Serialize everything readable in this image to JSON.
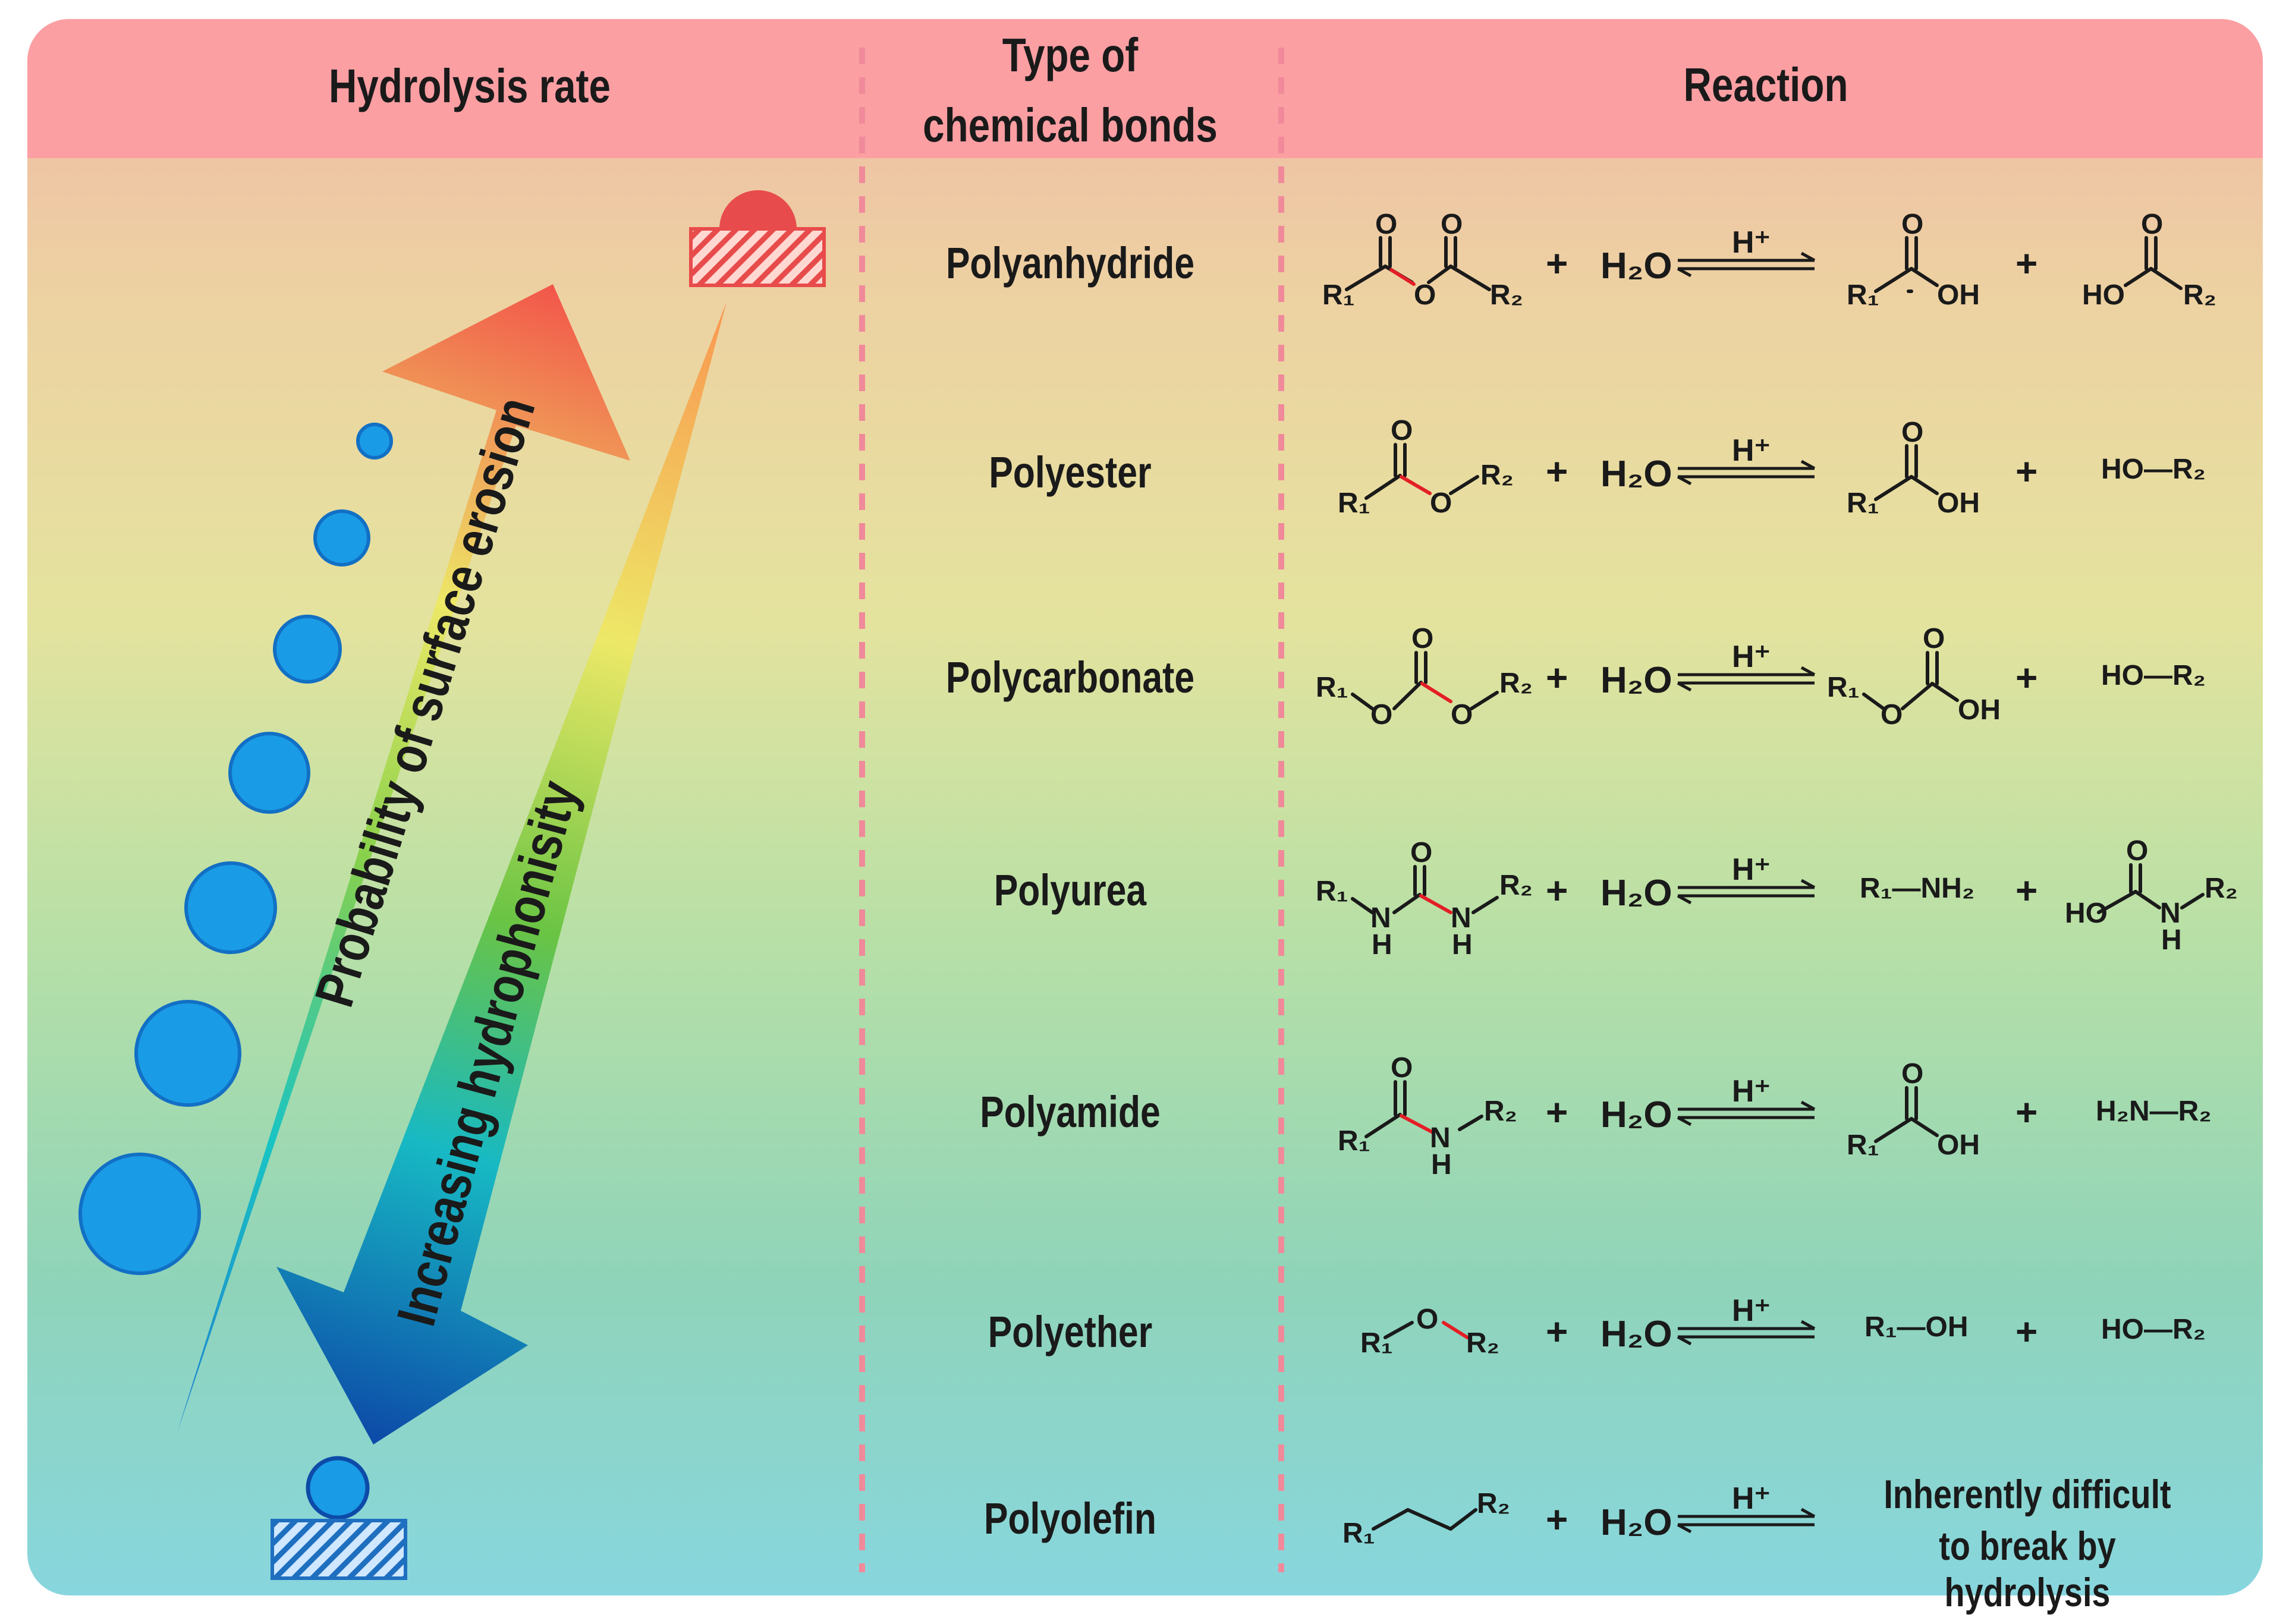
{
  "header": {
    "col1": "Hydrolysis rate",
    "col2_line1": "Type of",
    "col2_line2": "chemical bonds",
    "col3": "Reaction"
  },
  "arrows": {
    "up_label": "Probability of surface erosion",
    "down_label": "Increasing hydrophonisity"
  },
  "common": {
    "plus": "+",
    "water": "H₂O",
    "catalyst": "H⁺",
    "r1": "R₁",
    "r2": "R₂",
    "o": "O",
    "oh": "OH",
    "n": "N",
    "h": "H"
  },
  "rows": [
    {
      "bond": "Polyanhydride",
      "product2": "HO"
    },
    {
      "bond": "Polyester",
      "product2": "HO—R₂"
    },
    {
      "bond": "Polycarbonate",
      "product2": "HO—R₂"
    },
    {
      "bond": "Polyurea",
      "product1": "R₁—NH₂",
      "product2": "HO"
    },
    {
      "bond": "Polyamide",
      "product2": "H₂N—R₂"
    },
    {
      "bond": "Polyether",
      "product1": "R₁—OH",
      "product2": "HO—R₂"
    },
    {
      "bond": "Polyolefin",
      "note_line1": "Inherently difficult",
      "note_line2": "to break by hydrolysis"
    }
  ],
  "colors": {
    "header": "#fb9fa3",
    "divider": "#f08a9a",
    "drop": "#1a9be6",
    "red_bond": "#e41e26",
    "top_block": "#e84b4b",
    "bottom_block": "#1f6fc0"
  }
}
